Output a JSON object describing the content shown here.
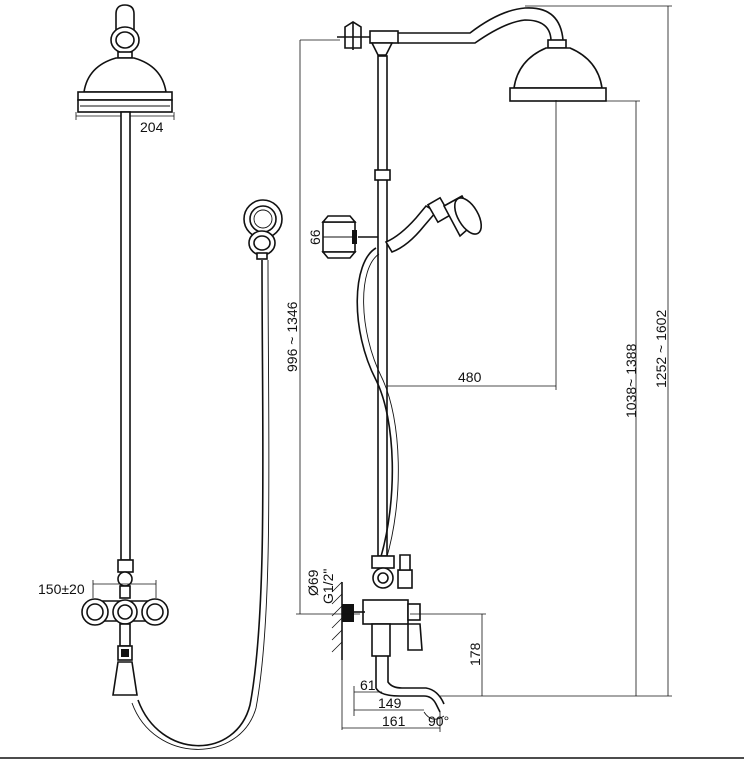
{
  "diagram": {
    "labels": {
      "head_diameter": "204",
      "handle_spacing": "150±20",
      "height_range_a": "996 ~ 1346",
      "holder_height": "66",
      "arm_reach": "480",
      "height_range_b": "1038~ 1388",
      "height_range_c": "1252 ~ 1602",
      "conn_dia": "Ø69",
      "conn_thread": "G1/2\"",
      "spout_height": "178",
      "wall_offset": "61",
      "spout_len_a": "149",
      "spout_len_b": "161",
      "spout_angle": "90°"
    }
  }
}
